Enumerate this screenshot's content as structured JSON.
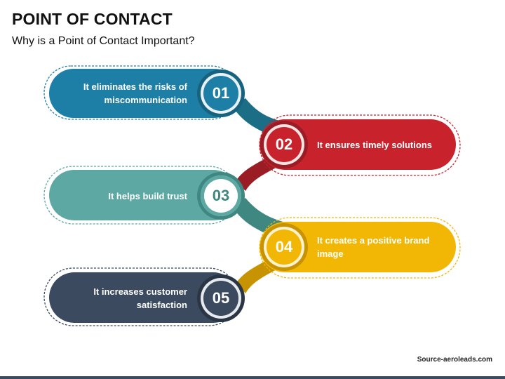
{
  "title": "POINT OF CONTACT",
  "subtitle": "Why is a Point of Contact Important?",
  "items": [
    {
      "number": "01",
      "text": "It eliminates the risks of miscommunication",
      "color": "#1e7fa6",
      "side": "left"
    },
    {
      "number": "02",
      "text": "It ensures timely solutions",
      "color": "#c8222c",
      "side": "right"
    },
    {
      "number": "03",
      "text": "It helps build trust",
      "color": "#5ea8a4",
      "side": "left"
    },
    {
      "number": "04",
      "text": "It creates a positive brand image",
      "color": "#f2b705",
      "side": "right"
    },
    {
      "number": "05",
      "text": "It increases customer satisfaction",
      "color": "#3b4a5e",
      "side": "left"
    }
  ],
  "source": "Source-aeroleads.com"
}
